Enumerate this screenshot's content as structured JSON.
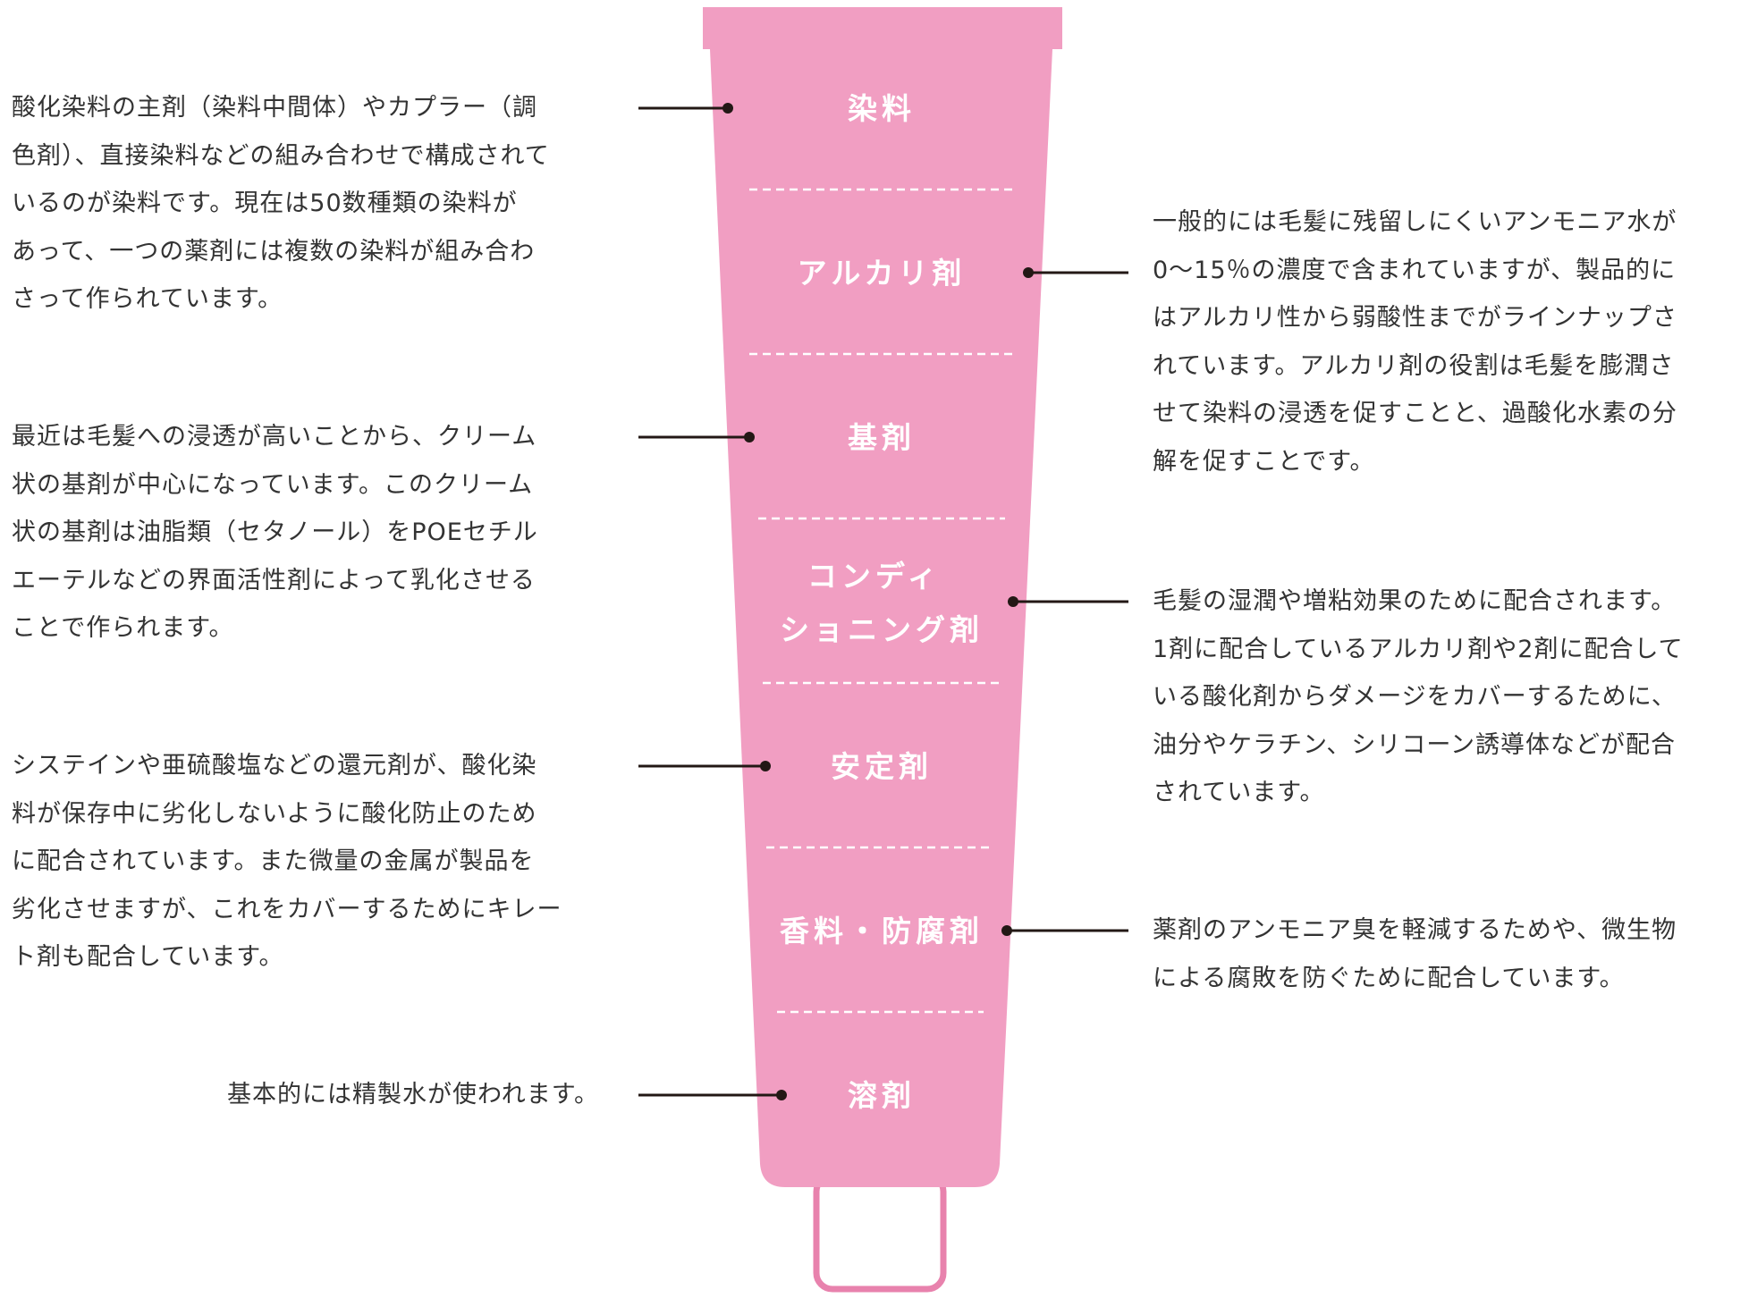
{
  "colors": {
    "tube": "#f19ec2",
    "outline": "#e882ad",
    "text": "#333333",
    "leader": "#231815"
  },
  "segments": [
    {
      "lines": [
        "染料"
      ]
    },
    {
      "lines": [
        "アルカリ剤"
      ]
    },
    {
      "lines": [
        "基剤"
      ]
    },
    {
      "lines": [
        "コンディ",
        "ショニング剤"
      ]
    },
    {
      "lines": [
        "安定剤"
      ]
    },
    {
      "lines": [
        "香料・防腐剤"
      ]
    },
    {
      "lines": [
        "溶剤"
      ]
    }
  ],
  "descriptions": {
    "dye": [
      "酸化染料の主剤（染料中間体）やカプラー（調",
      "色剤）、直接染料などの組み合わせで構成されて",
      "いるのが染料です。現在は50数種類の染料が",
      "あって、一つの薬剤には複数の染料が組み合わ",
      "さって作られています。"
    ],
    "alkali": [
      "一般的には毛髪に残留しにくいアンモニア水が",
      "0〜15％の濃度で含まれていますが、製品的に",
      "はアルカリ性から弱酸性までがラインナップさ",
      "れています。アルカリ剤の役割は毛髪を膨潤さ",
      "せて染料の浸透を促すことと、過酸化水素の分",
      "解を促すことです。"
    ],
    "base": [
      "最近は毛髪への浸透が高いことから、クリーム",
      "状の基剤が中心になっています。このクリーム",
      "状の基剤は油脂類（セタノール）をPOEセチル",
      "エーテルなどの界面活性剤によって乳化させる",
      "ことで作られます。"
    ],
    "conditioning": [
      "毛髪の湿潤や増粘効果のために配合されます。",
      "1剤に配合しているアルカリ剤や2剤に配合して",
      "いる酸化剤からダメージをカバーするために、",
      "油分やケラチン、シリコーン誘導体などが配合",
      "されています。"
    ],
    "stabilizer": [
      "システインや亜硫酸塩などの還元剤が、酸化染",
      "料が保存中に劣化しないように酸化防止のため",
      "に配合されています。また微量の金属が製品を",
      "劣化させますが、これをカバーするためにキレー",
      "ト剤も配合しています。"
    ],
    "fragrance": [
      "薬剤のアンモニア臭を軽減するためや、微生物",
      "による腐敗を防ぐために配合しています。"
    ],
    "solvent": [
      "基本的には精製水が使われます。"
    ]
  }
}
